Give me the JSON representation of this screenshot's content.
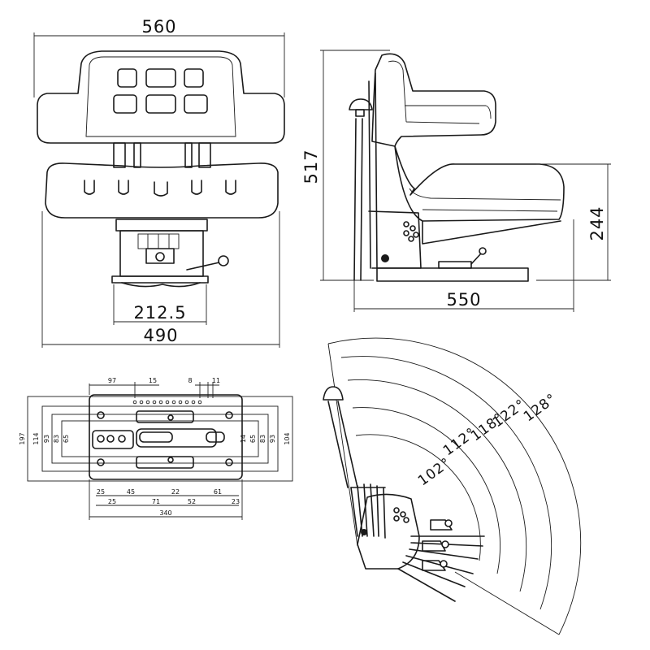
{
  "front_view": {
    "width_top": "560",
    "width_bottom": "490",
    "base_width": "212.5"
  },
  "side_view": {
    "height": "517",
    "seat_height": "244",
    "depth": "550"
  },
  "base_plate": {
    "top_dims": [
      "97",
      "15",
      "8",
      "11"
    ],
    "left_dims": [
      "197",
      "114",
      "93",
      "83",
      "65"
    ],
    "right_dims": [
      "14",
      "65",
      "83",
      "93",
      "104"
    ],
    "bottom_dims_row1": [
      "25",
      "45",
      "22",
      "61"
    ],
    "bottom_dims_row2": [
      "25",
      "71",
      "52",
      "23"
    ],
    "overall_width": "340"
  },
  "recline_view": {
    "angles": [
      "102°",
      "112°",
      "118°",
      "122°",
      "128°"
    ]
  }
}
